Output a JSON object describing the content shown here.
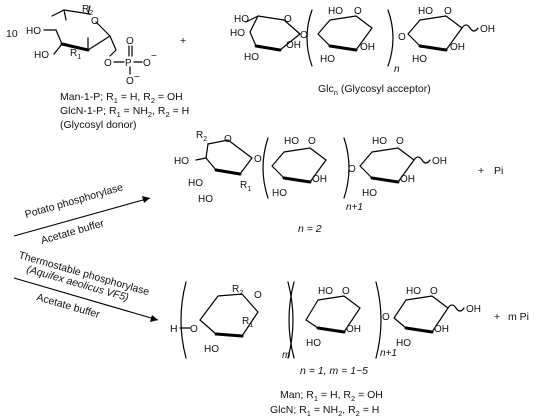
{
  "donor": {
    "stoich": "10",
    "plus": "+",
    "ring": {
      "ho1": "HO",
      "ho2": "HO",
      "r2": "R",
      "r2sub": "2",
      "r1": "R",
      "r1sub": "1"
    },
    "phosphate": {
      "o_link": "O",
      "p": "P",
      "o_top": "O",
      "o_right": "O",
      "o_bottom": "O",
      "minus1": "−",
      "minus2": "−"
    },
    "label_man": "Man-1-P; R",
    "label_man_sub1": "1",
    "label_man_mid": " = H, R",
    "label_man_sub2": "2",
    "label_man_end": " = OH",
    "label_glcn": "GlcN-1-P; R",
    "label_glcn_sub1": "1",
    "label_glcn_mid": " = NH",
    "label_glcn_sub2": "2",
    "label_glcn_mid2": ", R",
    "label_glcn_sub3": "2",
    "label_glcn_end": " = H",
    "label_role": "(Glycosyl donor)"
  },
  "acceptor": {
    "n": "n",
    "label_main": "Glc",
    "label_sub": "n",
    "label_role": " (Glycosyl acceptor)",
    "oh": "OH",
    "ho": "HO",
    "o": "O"
  },
  "reaction1": {
    "enzyme": "Potato phosphorylase",
    "buffer": "Acetate buffer",
    "repeat": "n+1",
    "condition": "n = 2",
    "plus": "+",
    "byproduct": "Pi"
  },
  "reaction2": {
    "enzyme_line1": "Thermostable phosphorylase",
    "enzyme_line2": "(Aquifex aeolicus VF5)",
    "buffer": "Acetate buffer",
    "repeat_m": "m",
    "repeat_n": "n+1",
    "condition": "n = 1, m = 1~5",
    "plus": "+",
    "byproduct": "m Pi",
    "end_group": "H",
    "label_man": "Man; R",
    "label_man_sub1": "1",
    "label_man_mid": " = H, R",
    "label_man_sub2": "2",
    "label_man_end": " = OH",
    "label_glcn": "GlcN; R",
    "label_glcn_sub1": "1",
    "label_glcn_mid": " = NH",
    "label_glcn_sub2": "2",
    "label_glcn_mid2": ", R",
    "label_glcn_sub3": "2",
    "label_glcn_end": " = H"
  },
  "product1_ring": {
    "r2": "R",
    "r2sub": "2",
    "r1": "R",
    "r1sub": "1",
    "ho": "HO",
    "oh": "OH",
    "o": "O"
  }
}
